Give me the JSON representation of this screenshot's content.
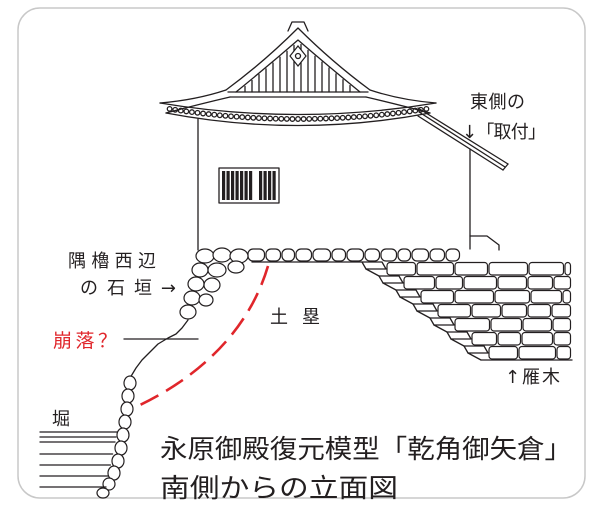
{
  "labels": {
    "east_attachment_line1": "東側の",
    "east_attachment_line2": "↓「取付」",
    "corner_wall_line1": "隅櫓西辺",
    "corner_wall_line2": "の石垣→",
    "earthwork": "土 塁",
    "collapse": "崩落？",
    "gangi": "↑雁木",
    "moat": "堀"
  },
  "caption": {
    "line1": "永原御殿復元模型「乾角御矢倉」",
    "line2": "南側からの立面図"
  },
  "colors": {
    "ink": "#231f20",
    "highlight": "#e0262b",
    "frame": "#c8c8c8"
  }
}
